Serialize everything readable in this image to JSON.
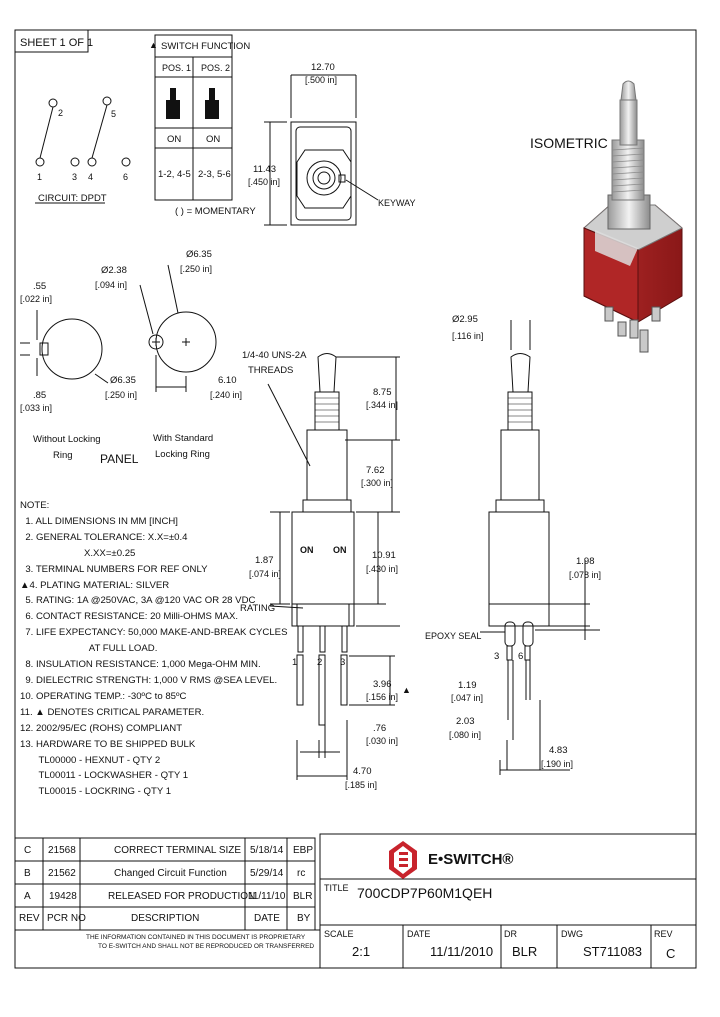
{
  "sheet": "SHEET 1 OF 1",
  "switch_function": {
    "title": "SWITCH FUNCTION",
    "headers": [
      "POS. 1",
      "POS. 2"
    ],
    "states": [
      "ON",
      "ON"
    ],
    "terminals": [
      "1-2, 4-5",
      "2-3, 5-6"
    ],
    "momentary_note": "( ) = MOMENTARY"
  },
  "circuit": {
    "pins": [
      "1",
      "2",
      "3",
      "4",
      "5",
      "6"
    ],
    "label": "CIRCUIT: DPDT"
  },
  "top_view": {
    "width_mm": "12.70",
    "width_in": "[.500 in]",
    "height_mm": "11.43",
    "height_in": "[.450 in]",
    "keyway": "KEYWAY"
  },
  "isometric_label": "ISOMETRIC",
  "panel": {
    "label": "PANEL",
    "dim_055": ".55",
    "dim_055_in": "[.022 in]",
    "dim_085": ".85",
    "dim_085_in": "[.033 in]",
    "hole_small": "Ø2.38",
    "hole_small_in": "[.094 in]",
    "hole_large_top": "Ø6.35",
    "hole_large_top_in": "[.250 in]",
    "hole_large": "Ø6.35",
    "hole_large_in": "[.250 in]",
    "spacing": "6.10",
    "spacing_in": "[.240 in]",
    "without_locking": [
      "Without Locking",
      "Ring"
    ],
    "with_locking": [
      "With Standard",
      "Locking Ring"
    ]
  },
  "side_view": {
    "thread": [
      "1/4-40 UNS-2A",
      "THREADS"
    ],
    "d_875": "8.75",
    "d_875_in": "[.344 in]",
    "d_762": "7.62",
    "d_762_in": "[.300 in]",
    "d_1091": "10.91",
    "d_1091_in": "[.430 in]",
    "d_187": "1.87",
    "d_187_in": "[.074 in]",
    "rating": "RATING",
    "on1": "ON",
    "on2": "ON",
    "pins": [
      "1",
      "2",
      "3"
    ],
    "d_396": "3.96",
    "d_396_in": "[.156 in]",
    "d_076": ".76",
    "d_076_in": "[.030 in]",
    "d_470": "4.70",
    "d_470_in": "[.185 in]"
  },
  "front_view": {
    "d_295": "Ø2.95",
    "d_295_in": "[.116 in]",
    "d_198": "1.98",
    "d_198_in": "[.078 in]",
    "epoxy": "EPOXY SEAL",
    "pins": [
      "3",
      "6"
    ],
    "d_119": "1.19",
    "d_119_in": "[.047 in]",
    "d_203": "2.03",
    "d_203_in": "[.080 in]",
    "d_483": "4.83",
    "d_483_in": "[.190 in]"
  },
  "notes": [
    "NOTE:",
    "  1. ALL DIMENSIONS IN MM [INCH]",
    "  2. GENERAL TOLERANCE: X.X=±0.4",
    "                        X.XX=±0.25",
    "  3. TERMINAL NUMBERS FOR REF ONLY",
    "▲4. PLATING MATERIAL: SILVER",
    "  5. RATING: 1A @250VAC, 3A @120 VAC OR 28 VDC",
    "  6. CONTACT RESISTANCE: 20 Milli-OHMS MAX.",
    "  7. LIFE EXPECTANCY: 50,000 MAKE-AND-BREAK CYCLES",
    "                          AT FULL LOAD.",
    "  8. INSULATION RESISTANCE: 1,000 Mega-OHM MIN.",
    "  9. DIELECTRIC STRENGTH: 1,000 V RMS @SEA LEVEL.",
    "10. OPERATING TEMP.: -30ºC to 85ºC",
    "11. ▲ DENOTES CRITICAL PARAMETER.",
    "12. 2002/95/EC (ROHS) COMPLIANT",
    "13. HARDWARE TO BE SHIPPED BULK",
    "       TL00000 - HEXNUT - QTY 2",
    "       TL00011 - LOCKWASHER - QTY 1",
    "       TL00015 - LOCKRING - QTY 1"
  ],
  "revisions": [
    {
      "rev": "C",
      "pcr": "21568",
      "desc": "CORRECT TERMINAL SIZE",
      "date": "5/18/14",
      "by": "EBP"
    },
    {
      "rev": "B",
      "pcr": "21562",
      "desc": "Changed Circuit Function",
      "date": "5/29/14",
      "by": "rc"
    },
    {
      "rev": "A",
      "pcr": "19428",
      "desc": "RELEASED FOR PRODUCTION",
      "date": "11/11/10",
      "by": "BLR"
    }
  ],
  "rev_headers": {
    "rev": "REV",
    "pcr": "PCR NO",
    "desc": "DESCRIPTION",
    "date": "DATE",
    "by": "BY"
  },
  "disclaimer": [
    "THE INFORMATION CONTAINED IN THIS DOCUMENT IS PROPRIETARY",
    "TO E-SWITCH AND SHALL NOT BE REPRODUCED OR TRANSFERRED"
  ],
  "brand": "E•SWITCH®",
  "title_block": {
    "title_label": "TITLE",
    "title": "700CDP7P60M1QEH",
    "scale_label": "SCALE",
    "scale": "2:1",
    "date_label": "DATE",
    "date": "11/11/2010",
    "dr_label": "DR",
    "dr": "BLR",
    "dwg_label": "DWG",
    "dwg": "ST711083",
    "rev_label": "REV",
    "rev": "C"
  },
  "colors": {
    "red": "#9c1f1f",
    "brand_red": "#c8232c",
    "line": "#111111"
  }
}
